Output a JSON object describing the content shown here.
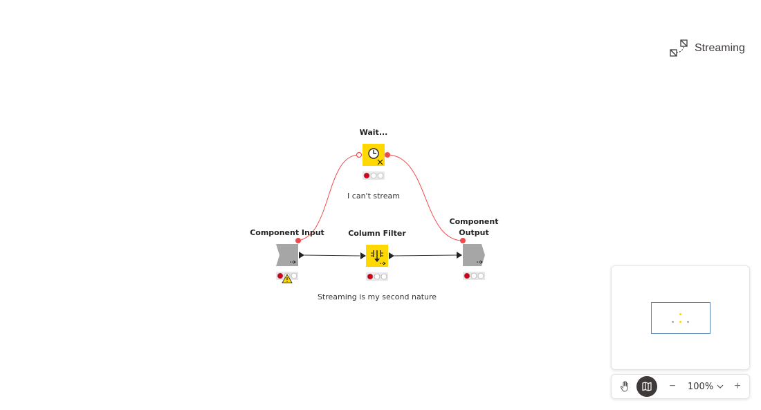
{
  "toolbar_top": {
    "streaming_label": "Streaming",
    "icon": "streaming-icon"
  },
  "nodes": [
    {
      "title": "Wait...",
      "type": "wait",
      "icon": "clock-icon",
      "annotation": "I can't stream",
      "status": "red"
    },
    {
      "title": "Component Input",
      "type": "component-input",
      "icon": "component-input-icon",
      "status": "red",
      "warning": true
    },
    {
      "title": "Column Filter",
      "type": "column-filter",
      "icon": "column-filter-icon",
      "annotation": "Streaming is my second nature",
      "status": "red"
    },
    {
      "title": "Component\nOutput",
      "type": "component-output",
      "icon": "component-output-icon",
      "status": "red"
    }
  ],
  "colors": {
    "node_yellow": "#ffd800",
    "component_gray": "#a6a6a6",
    "stream_red": "#ef4b4b",
    "dark": "#3e3a39",
    "traffic_red": "#d0021b"
  },
  "bottom_toolbar": {
    "hand_icon": "hand-icon",
    "minimap_icon": "map-icon",
    "zoom_out": "−",
    "zoom_level": "100%",
    "zoom_in": "+"
  }
}
